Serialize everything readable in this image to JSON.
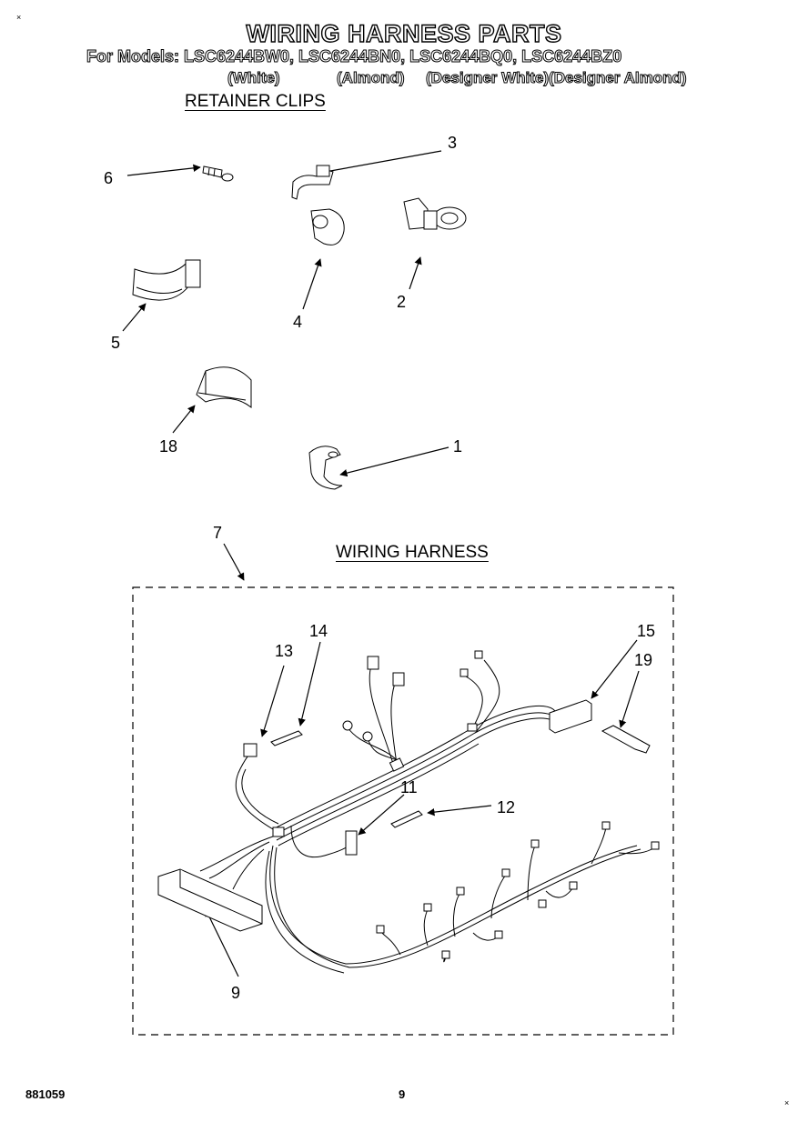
{
  "header": {
    "title": "WIRING HARNESS PARTS",
    "models": "For Models: LSC6244BW0, LSC6244BN0, LSC6244BQ0, LSC6244BZ0",
    "colors": [
      "(White)",
      "(Almond)",
      "(Designer White)(Designer Almond)"
    ]
  },
  "sections": {
    "retainer_clips": "RETAINER CLIPS",
    "wiring_harness": "WIRING HARNESS"
  },
  "callouts": {
    "c1": "1",
    "c2": "2",
    "c3": "3",
    "c4": "4",
    "c5": "5",
    "c6": "6",
    "c7": "7",
    "c9": "9",
    "c11": "11",
    "c12": "12",
    "c13": "13",
    "c14": "14",
    "c15": "15",
    "c18": "18",
    "c19": "19"
  },
  "footer": {
    "doc_number": "881059",
    "page_number": "9"
  }
}
